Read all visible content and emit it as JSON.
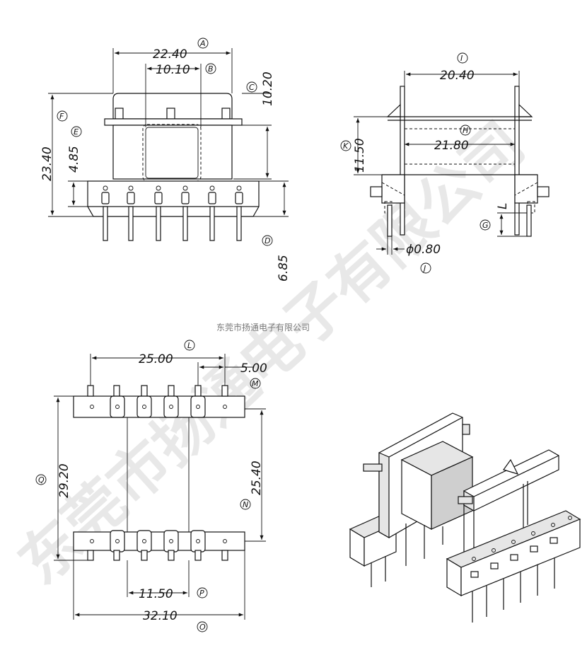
{
  "watermark": {
    "company_line": "东莞市扬通电子有限公司",
    "diagonal_text": "东莞市扬通电子有限公司"
  },
  "front_view": {
    "dim_width": "22.40",
    "dim_inner": "10.10",
    "dim_top": "10.20",
    "dim_height": "23.40",
    "dim_base": "4.85",
    "dim_pin": "6.85",
    "tags": {
      "A": "A",
      "B": "B",
      "C": "C",
      "D": "D",
      "E": "E",
      "F": "F"
    }
  },
  "side_view": {
    "dim_span": "20.40",
    "dim_inner": "21.80",
    "dim_height": "11.50",
    "dim_pin_dia": "ϕ0.80",
    "dim_L": "L",
    "tags": {
      "G": "G",
      "H": "H",
      "I": "I",
      "J": "J",
      "K": "K"
    }
  },
  "bottom_view": {
    "dim_pitch_span": "25.00",
    "dim_pitch": "5.00",
    "dim_inner_height": "25.40",
    "dim_height": "29.20",
    "dim_center": "11.50",
    "dim_width": "32.10",
    "tags": {
      "L": "L",
      "M": "M",
      "N": "N",
      "O": "O",
      "P": "P",
      "Q": "Q"
    }
  }
}
